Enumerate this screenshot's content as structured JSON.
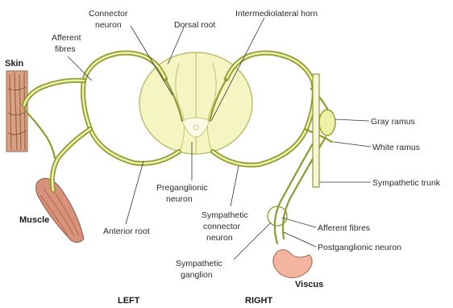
{
  "labels": {
    "connector_neuron_1": "Connector",
    "connector_neuron_2": "neuron",
    "dorsal_root": "Dorsal root",
    "intermediolateral_horn": "Intermediolateral horn",
    "afferent_fibres_left_1": "Afferent",
    "afferent_fibres_left_2": "fibres",
    "skin": "Skin",
    "muscle": "Muscle",
    "anterior_root": "Anterior root",
    "preganglionic_neuron_1": "Preganglionic",
    "preganglionic_neuron_2": "neuron",
    "sympathetic_connector_1": "Sympathetic",
    "sympathetic_connector_2": "connector",
    "sympathetic_connector_3": "neuron",
    "sympathetic_ganglion_1": "Sympathetic",
    "sympathetic_ganglion_2": "ganglion",
    "gray_ramus": "Gray ramus",
    "white_ramus": "White ramus",
    "sympathetic_trunk": "Sympathetic trunk",
    "afferent_fibres_right": "Afferent fibres",
    "postganglionic_neuron": "Postganglionic neuron",
    "viscus": "Viscus",
    "left": "LEFT",
    "right": "RIGHT"
  },
  "colors": {
    "nerve": "#8c9a2f",
    "nerve_core": "#eef0a8",
    "cord_fill": "#f4f5c2",
    "gray_matter": "#fbfbe6",
    "skin": "#c98f6e",
    "muscle": "#d08a70",
    "viscus": "#f2b39c"
  }
}
